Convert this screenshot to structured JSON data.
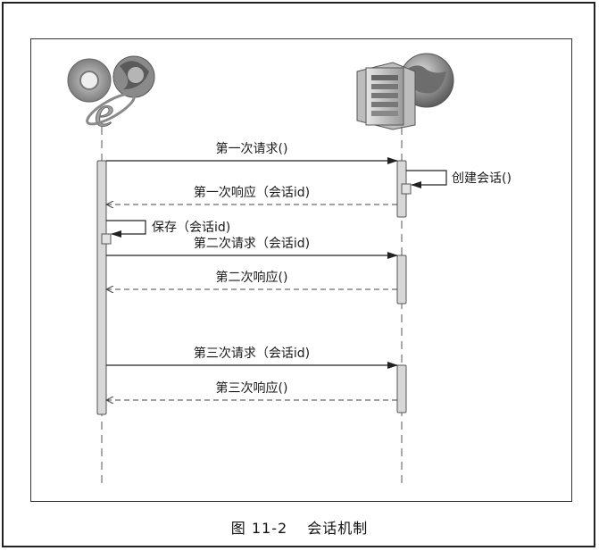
{
  "diagram": {
    "create_session_label": "创建会话()",
    "save_label": "保存（会话id)",
    "messages": [
      {
        "label": "第一次请求()",
        "kind": "request"
      },
      {
        "label": "第一次响应（会话id)",
        "kind": "response"
      },
      {
        "label": "第二次请求（会话id)",
        "kind": "request"
      },
      {
        "label": "第二次响应()",
        "kind": "response"
      },
      {
        "label": "第三次请求（会话id)",
        "kind": "request"
      },
      {
        "label": "第三次响应()",
        "kind": "response"
      }
    ]
  },
  "caption": {
    "number": "图 11-2",
    "title": "会话机制"
  },
  "icons": {
    "client": "browser-icons",
    "server": "server-icon"
  }
}
